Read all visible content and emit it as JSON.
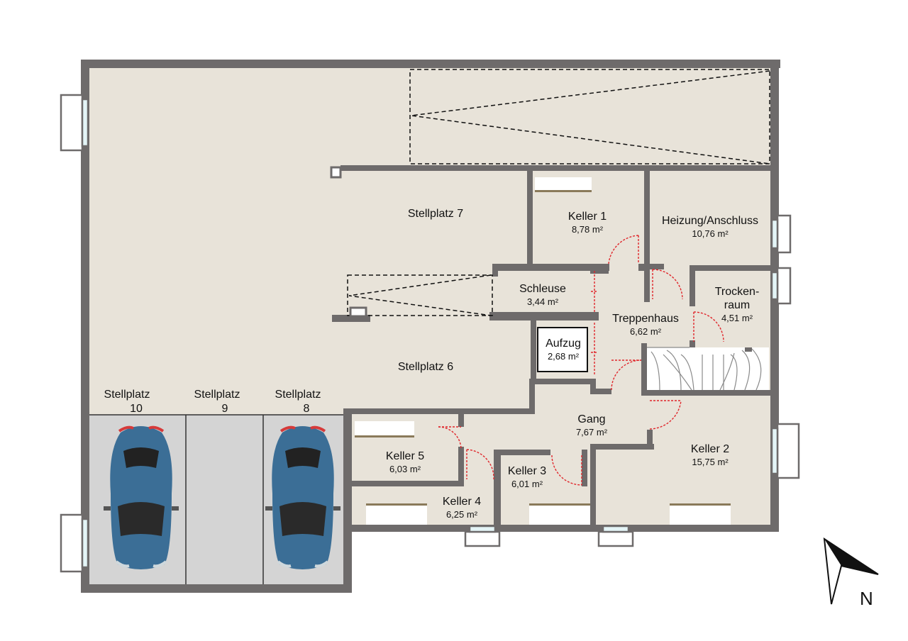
{
  "colors": {
    "wall": "#6e6b6b",
    "floor": "#e8e3d9",
    "garage_floor": "#d4d4d4",
    "door": "#e0262b",
    "car": "#3b6e96",
    "window": "#e4f5f7"
  },
  "rooms": {
    "stellplatz_7": {
      "name": "Stellplatz 7"
    },
    "stellplatz_6": {
      "name": "Stellplatz 6"
    },
    "keller_1": {
      "name": "Keller 1",
      "area": "8,78 m²"
    },
    "heizung": {
      "name": "Heizung/Anschluss",
      "area": "10,76 m²"
    },
    "schleuse": {
      "name": "Schleuse",
      "area": "3,44 m²"
    },
    "trockenraum": {
      "name_line1": "Trocken-",
      "name_line2": "raum",
      "area": "4,51 m²"
    },
    "treppenhaus": {
      "name": "Treppenhaus",
      "area": "6,62 m²"
    },
    "aufzug": {
      "name": "Aufzug",
      "area": "2,68 m²"
    },
    "gang": {
      "name": "Gang",
      "area": "7,67 m²"
    },
    "keller_2": {
      "name": "Keller 2",
      "area": "15,75 m²"
    },
    "keller_3": {
      "name": "Keller 3",
      "area": "6,01 m²"
    },
    "keller_4": {
      "name": "Keller 4",
      "area": "6,25 m²"
    },
    "keller_5": {
      "name": "Keller 5",
      "area": "6,03 m²"
    }
  },
  "parking": [
    {
      "name": "Stellplatz",
      "number": "10"
    },
    {
      "name": "Stellplatz",
      "number": "9"
    },
    {
      "name": "Stellplatz",
      "number": "8"
    }
  ],
  "compass": {
    "label": "N"
  }
}
